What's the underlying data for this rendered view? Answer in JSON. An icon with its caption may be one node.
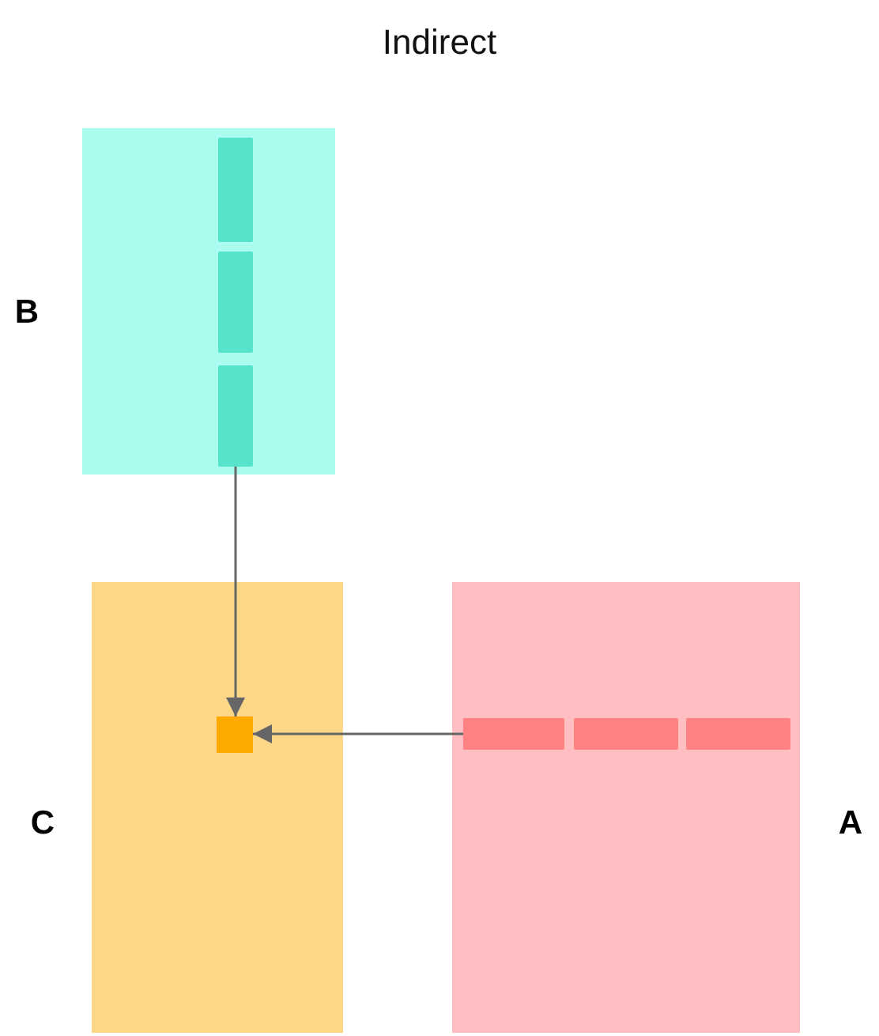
{
  "diagram": {
    "title": "Indirect",
    "nodes": [
      {
        "text": [
          "B"
        ]
      },
      {
        "text": [],
        "shape": "bar",
        "in": 0
      },
      {
        "text": [],
        "shape": "bar",
        "in": 0
      },
      {
        "text": [],
        "shape": "bar",
        "in": 0
      },
      {
        "text": [
          "C"
        ]
      },
      {
        "text": [],
        "shape": "box",
        "in": 4
      },
      {
        "text": [
          "A"
        ]
      },
      {
        "text": [],
        "shape": "bar",
        "in": 6
      },
      {
        "text": [],
        "shape": "bar",
        "in": 6
      },
      {
        "text": [],
        "shape": "bar",
        "in": 6
      }
    ],
    "edges": [
      {
        "from": 3,
        "to": 5,
        "arrow": "to"
      },
      {
        "from": 7,
        "to": 5,
        "arrow": "to"
      }
    ]
  }
}
